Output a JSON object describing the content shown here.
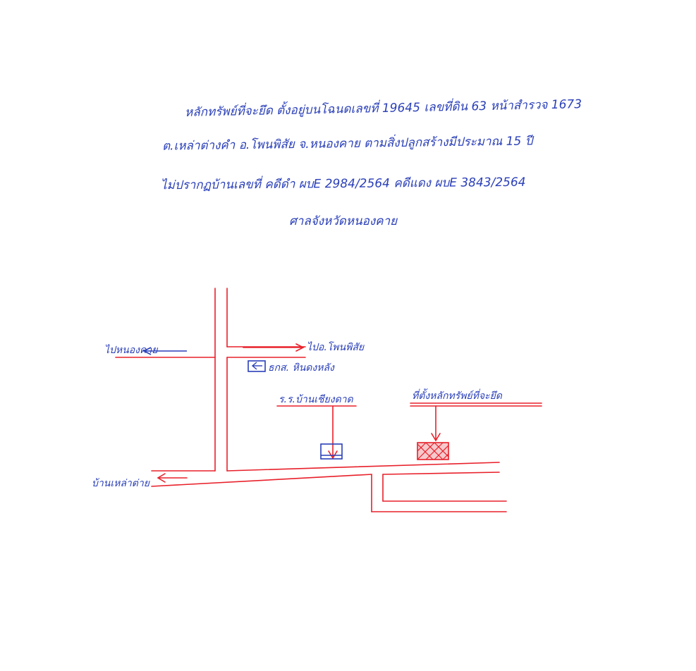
{
  "document": {
    "note_lines": [
      "หลักทรัพย์ที่จะยึด ตั้งอยู่บนโฉนดเลขที่ 19645 เลขที่ดิน 63 หน้าสำรวจ 1673",
      "ต.เหล่าต่างคำ อ.โพนพิสัย จ.หนองคาย ตามสิ่งปลูกสร้างมีประมาณ 15 ปี",
      "ไม่ปรากฏบ้านเลขที่   คดีดำ ผบE 2984/2564  คดีแดง ผบE 3843/2564",
      "ศาลจังหวัดหนองคาย"
    ]
  },
  "map": {
    "labels": {
      "to_nongkhai": "ไปหนองคาย",
      "to_phonphisai": "ไปอ.โพนพิสัย",
      "bank": "ธกส. หินดงหลัง",
      "school": "ร.ร.บ้านเชียงดาด",
      "seized_site": "ที่ตั้งหลักทรัพย์ที่จะยึด",
      "village": "บ้านเหล่าต่าย"
    },
    "icons": {
      "bank": "bank-box-icon",
      "school": "school-box-icon",
      "site": "hatched-property-icon"
    },
    "colors": {
      "road": "#e8202a",
      "ink": "#2a3fb8"
    }
  }
}
